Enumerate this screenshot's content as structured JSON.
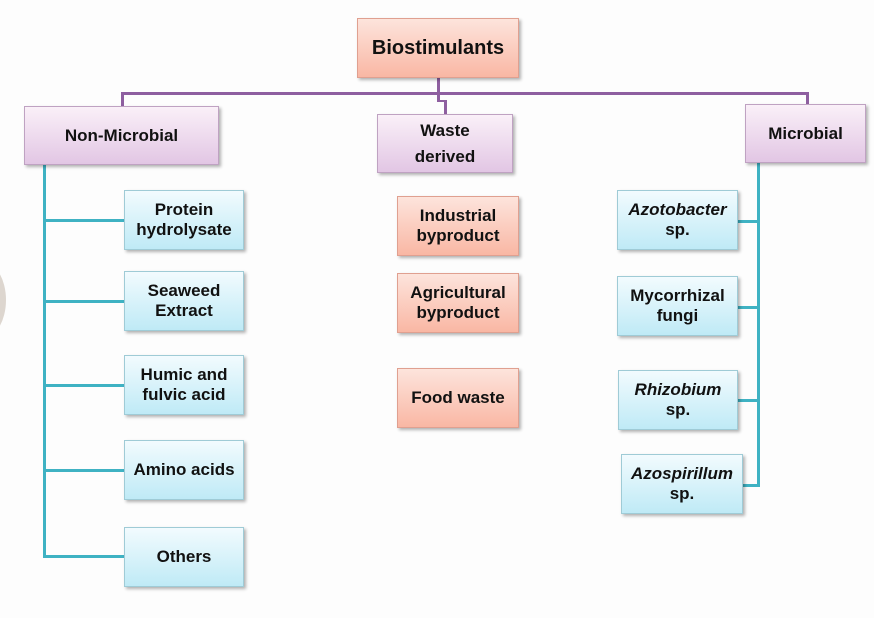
{
  "root": "Biostimulants",
  "categories": {
    "non_microbial": {
      "label": "Non-Microbial",
      "items": [
        "Protein\nhydrolysate",
        "Seaweed\nExtract",
        "Humic and\nfulvic acid",
        "Amino acids",
        "Others"
      ]
    },
    "waste": {
      "label": "Waste\nderived",
      "items": [
        "Industrial\nbyproduct",
        "Agricultural\nbyproduct",
        "Food waste"
      ]
    },
    "microbial": {
      "label": "Microbial",
      "items": [
        {
          "genus": "Azotobacter",
          "suffix": "sp."
        },
        {
          "genus": "Mycorrhizal",
          "suffix": "fungi"
        },
        {
          "genus": "Rhizobium",
          "suffix": "sp."
        },
        {
          "genus": "Azospirillum",
          "suffix": "sp."
        }
      ]
    }
  },
  "colors": {
    "purple_connector": "#8e5fa0",
    "teal_connector": "#3fb2c3"
  }
}
